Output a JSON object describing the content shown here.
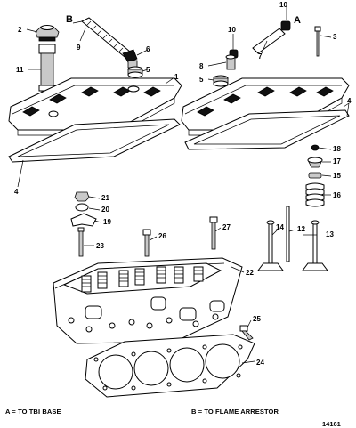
{
  "notes": {
    "a": "A = TO TBI BASE",
    "b": "B = TO FLAME ARRESTOR"
  },
  "figure_number": "14161",
  "letters": {
    "a": "A",
    "b": "B"
  },
  "callouts": {
    "c1": "1",
    "c2": "2",
    "c3": "3",
    "c4a": "4",
    "c4b": "4",
    "c5a": "5",
    "c5b": "5",
    "c6": "6",
    "c7": "7",
    "c8": "8",
    "c9": "9",
    "c10a": "10",
    "c10b": "10",
    "c11": "11",
    "c12": "12",
    "c13": "13",
    "c14": "14",
    "c15": "15",
    "c16": "16",
    "c17": "17",
    "c18": "18",
    "c19": "19",
    "c20": "20",
    "c21": "21",
    "c22": "22",
    "c23": "23",
    "c24": "24",
    "c25": "25",
    "c26": "26",
    "c27": "27"
  }
}
